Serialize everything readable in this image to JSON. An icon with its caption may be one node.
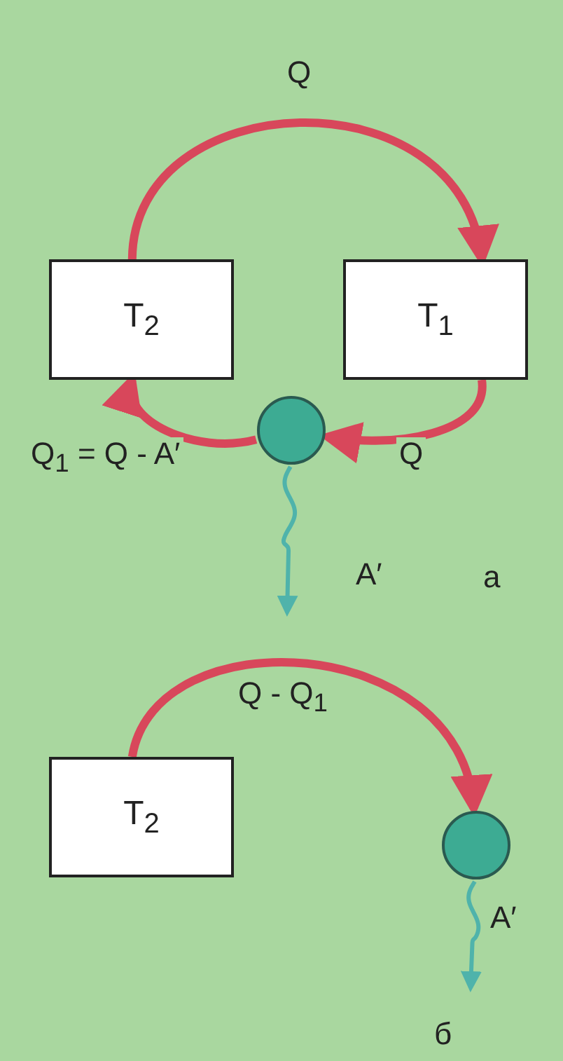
{
  "diagram": {
    "nodes": [
      {
        "text": [
          "T$_{2}$"
        ]
      },
      {
        "text": [
          "T$_{1}$"
        ]
      },
      {
        "text": [],
        "shape": "circle"
      },
      {
        "text": [
          "T$_{2}$"
        ]
      },
      {
        "text": [],
        "shape": "circle"
      }
    ],
    "edges": [
      {
        "from": 0,
        "to": 1,
        "arrow": "to",
        "label": "Q"
      },
      {
        "from": 1,
        "to": 2,
        "arrow": "to",
        "label": "Q"
      },
      {
        "from": 2,
        "to": 0,
        "arrow": "to",
        "label": "Q$_{1}$ = Q - A′"
      },
      {
        "from": 2,
        "to": null,
        "arrow": "to",
        "label": "A′",
        "color": "#4fb3ab"
      },
      {
        "from": 3,
        "to": 4,
        "arrow": "to",
        "label": "Q - Q$_{1}$"
      },
      {
        "from": 4,
        "to": null,
        "arrow": "to",
        "label": "A′",
        "color": "#4fb3ab"
      }
    ],
    "labels": [
      "а",
      "б"
    ]
  }
}
